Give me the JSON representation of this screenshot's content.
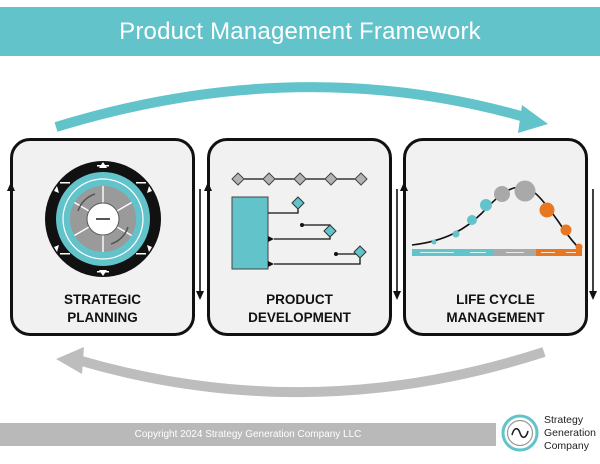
{
  "header": {
    "title": "Product Management Framework"
  },
  "panels": [
    {
      "label_line1": "STRATEGIC",
      "label_line2": "PLANNING"
    },
    {
      "label_line1": "PRODUCT",
      "label_line2": "DEVELOPMENT"
    },
    {
      "label_line1": "LIFE CYCLE",
      "label_line2": "MANAGEMENT"
    }
  ],
  "footer": {
    "copyright": "Copyright 2024 Strategy Generation Company LLC"
  },
  "logo": {
    "line1": "Strategy",
    "line2": "Generation",
    "line3": "Company"
  },
  "colors": {
    "teal": "#62c3cb",
    "gray_arrow": "#bdbdbd",
    "orange": "#e87722",
    "panel_border": "#111111"
  },
  "icons": {
    "logo_mark": "wave-in-circle-icon"
  }
}
